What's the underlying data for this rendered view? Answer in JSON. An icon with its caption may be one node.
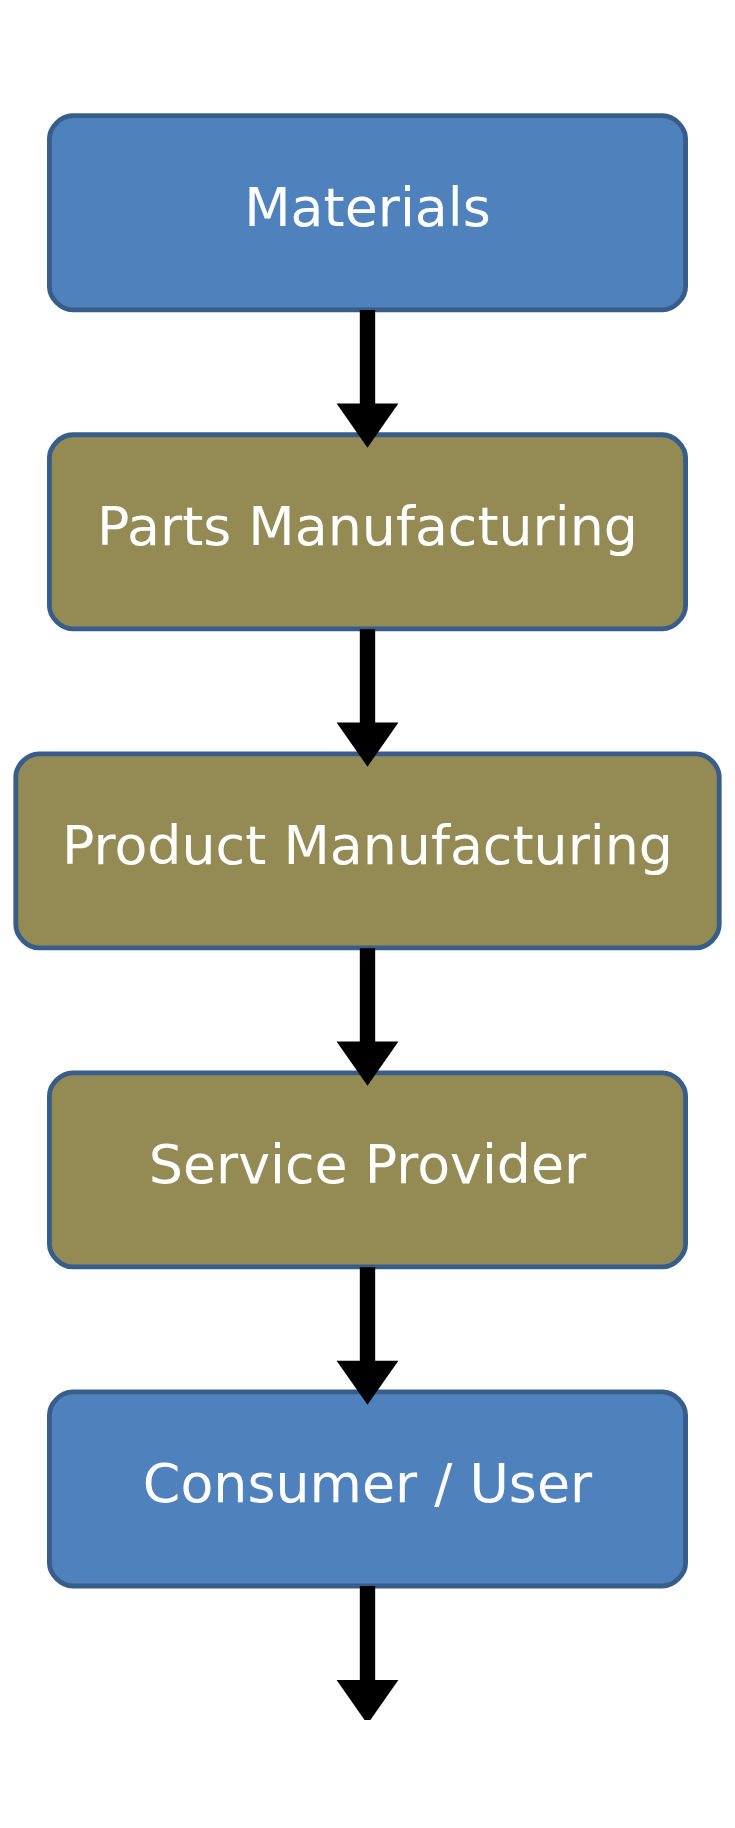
{
  "diagram": {
    "nodes": [
      {
        "text": [
          "Materials"
        ]
      },
      {
        "text": [
          "Parts Manufacturing"
        ]
      },
      {
        "text": [
          "Product Manufacturing"
        ]
      },
      {
        "text": [
          "Service Provider"
        ]
      },
      {
        "text": [
          "Consumer / User"
        ]
      }
    ],
    "edges": [
      {
        "from": 0,
        "to": 1,
        "arrow": "to"
      },
      {
        "from": 1,
        "to": 2,
        "arrow": "to"
      },
      {
        "from": 2,
        "to": 3,
        "arrow": "to"
      },
      {
        "from": 3,
        "to": 4,
        "arrow": "to"
      },
      {
        "from": 4,
        "to": null,
        "arrow": "to"
      }
    ]
  }
}
